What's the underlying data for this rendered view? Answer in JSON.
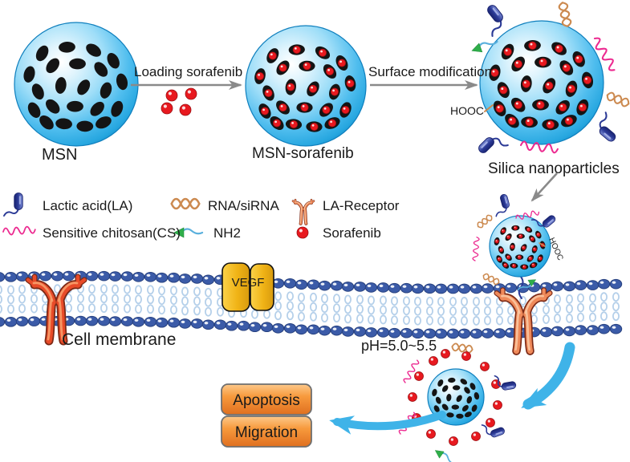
{
  "figure": {
    "stages": {
      "msn_label": "MSN",
      "loading_arrow": "Loading sorafenib",
      "msn_sorafenib_label": "MSN-sorafenib",
      "surface_arrow": "Surface modification",
      "hooc": "HOOC",
      "silica_label": "Silica nanoparticles",
      "hooc_small": "HOOC"
    },
    "legend": {
      "lactic_acid": "Lactic acid(LA)",
      "rna": "RNA/siRNA",
      "la_receptor": "LA-Receptor",
      "chitosan": "Sensitive chitosan(CS)",
      "nh2": "NH2",
      "sorafenib": "Sorafenib"
    },
    "membrane": {
      "label": "Cell membrane",
      "vegf": "VEGF"
    },
    "release": {
      "ph_label": "pH=5.0~5.5"
    },
    "outcomes": {
      "apoptosis": "Apoptosis",
      "migration": "Migration"
    }
  },
  "colors": {
    "sphere_blue": "#29abe2",
    "sphere_edge": "#0f7fbd",
    "pore": "#141414",
    "drug_red": "#e8191f",
    "drug_dark": "#9c0f12",
    "gray_arrow": "#8a8a8a",
    "blue_arrow": "#3fb3e8",
    "la_navy": "#2b3a96",
    "la_dark": "#1a2470",
    "cs_pink": "#ec2a90",
    "rna_orange": "#cc8a50",
    "nh2_green": "#2fae4a",
    "nh2_wave": "#5ab0dd",
    "head_blue": "#3b5ba8",
    "head_edge": "#27417f",
    "tail_blue": "#b5d0ea",
    "receptor_outline": "#7c2a16",
    "receptor_red": "#e84b28",
    "receptor_hi": "#f8a36e",
    "receptor_light": "#ef8a5a",
    "receptor_light_hi": "#fac9a4",
    "vegf_yellow": "#f0b316",
    "box_orange": "#f79a3d",
    "box_border": "#6f6f6f",
    "text": "#1a1a1a"
  }
}
